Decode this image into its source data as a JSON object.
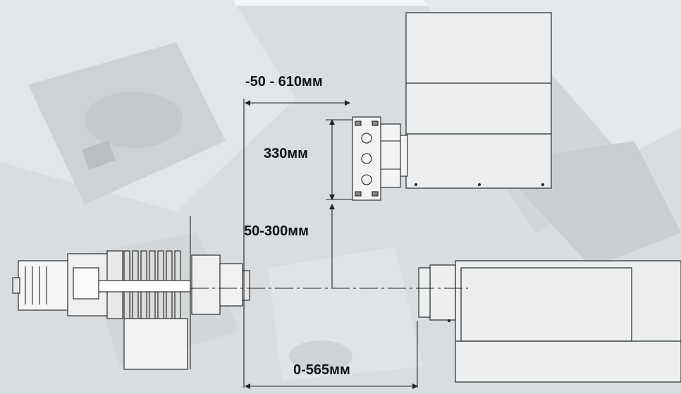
{
  "dimensions": {
    "top_range": "-50 - 610мм",
    "tool_height": "330мм",
    "vertical_range": "50-300мм",
    "horizontal_range": "0-565мм"
  }
}
